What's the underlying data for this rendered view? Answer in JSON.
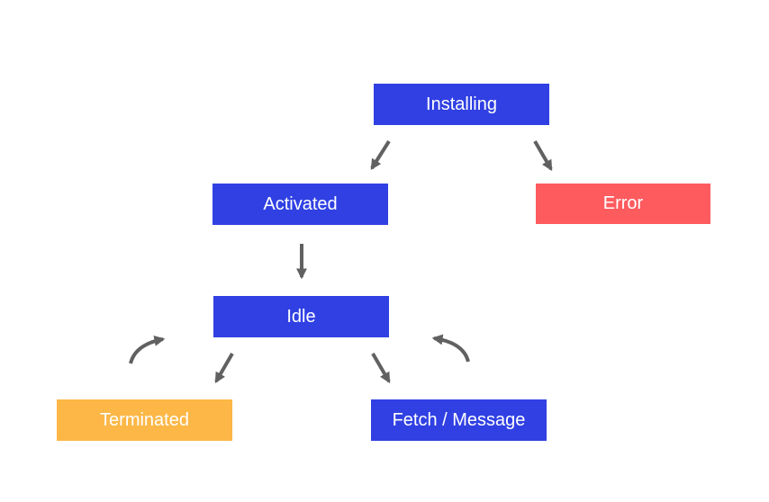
{
  "colors": {
    "state_primary": "#3040e3",
    "state_error": "#fe5b5f",
    "state_terminated": "#fcb746",
    "arrow": "#616161",
    "text": "#ffffff"
  },
  "nodes": {
    "installing": {
      "label": "Installing"
    },
    "activated": {
      "label": "Activated"
    },
    "error": {
      "label": "Error"
    },
    "idle": {
      "label": "Idle"
    },
    "terminated": {
      "label": "Terminated"
    },
    "fetch_message": {
      "label": "Fetch / Message"
    }
  }
}
